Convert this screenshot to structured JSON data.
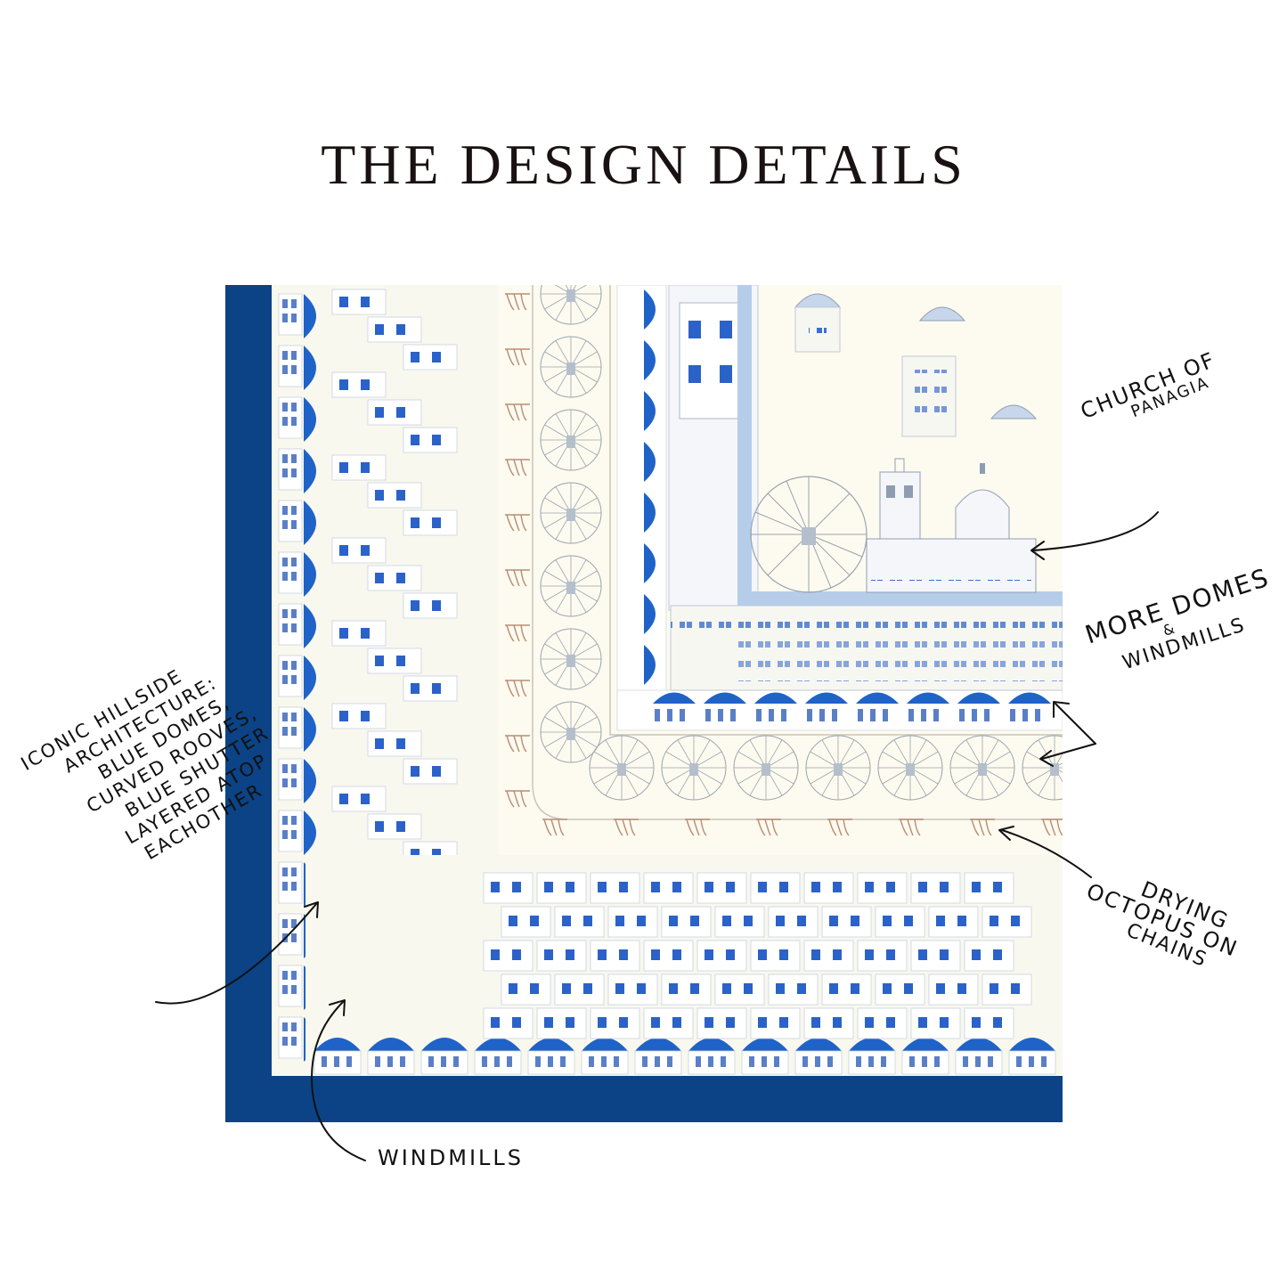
{
  "title": "THE DESIGN DETAILS",
  "colors": {
    "navy_border": "#0b4386",
    "cream": "#fdfbf0",
    "dome_blue": "#1f63c8",
    "window_blue": "#2b62c9",
    "line_gray": "#9aa3ad",
    "octopus": "#b98c72"
  },
  "annotations": {
    "church": [
      "CHURCH OF",
      "PANAGIA"
    ],
    "domes": [
      "MORE DOMES",
      "&",
      "WINDMILLS"
    ],
    "octopus": [
      "DRYING",
      "OCTOPUS ON",
      "CHAINS"
    ],
    "architecture": [
      "ICONIC HILLSIDE",
      "ARCHITECTURE:",
      "BLUE DOMES,",
      "CURVED ROOVES,",
      "BLUE SHUTTER",
      "LAYERED ATOP",
      "EACHOTHER"
    ],
    "windmills": "WINDMILLS"
  },
  "icons": {
    "dome": "dome-icon",
    "windmill": "windmill-icon",
    "octopus": "octopus-icon",
    "church": "church-icon"
  }
}
